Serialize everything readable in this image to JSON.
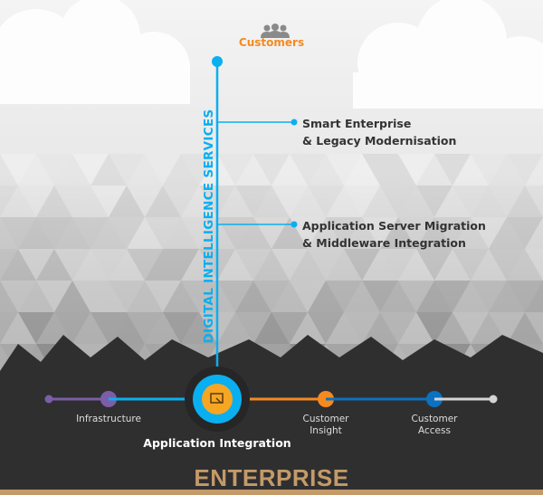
{
  "top": {
    "icon": "users-icon",
    "label": "Customers"
  },
  "vertical_label": "DIGITAL INTELLIGENCE SERVICES",
  "services": [
    {
      "line1": "Smart Enterprise",
      "line2": "& Legacy Modernisation"
    },
    {
      "line1": "Application Server Migration",
      "line2": "& Middleware Integration"
    }
  ],
  "timeline": {
    "left": "Infrastructure",
    "center": "Application Integration",
    "center_icon": "touch-screen-icon",
    "insight": [
      "Customer",
      "Insight"
    ],
    "access": [
      "Customer",
      "Access"
    ]
  },
  "footer": "ENTERPRISE",
  "colors": {
    "accent_blue": "#0aaff0",
    "orange": "#f58a1f",
    "purple": "#7b5ea7",
    "dark_blue": "#0a72c0",
    "tan": "#c49a68",
    "gold": "#f6a623"
  }
}
